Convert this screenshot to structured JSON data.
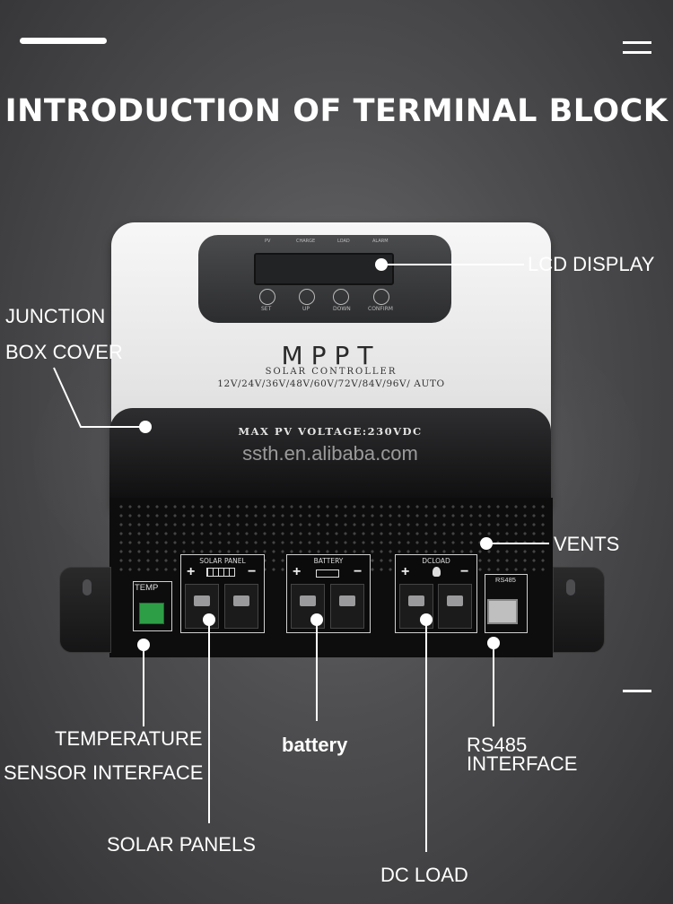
{
  "title": "INTRODUCTION OF TERMINAL BLOCK",
  "device": {
    "brand": "MPPT",
    "subtitle": "SOLAR CONTROLLER",
    "voltages": "12V/24V/36V/48V/60V/72V/84V/96V/ AUTO",
    "max_pv": "MAX PV VOLTAGE:230VDC",
    "watermark": "ssth.en.alibaba.com",
    "leds": [
      "PV",
      "CHARGE",
      "LOAD",
      "ALARM"
    ],
    "buttons": [
      "SET",
      "UP",
      "DOWN",
      "CONFIRM"
    ],
    "terminals": {
      "solar": {
        "label": "SOLAR PANEL",
        "plus": "+",
        "minus": "−"
      },
      "battery": {
        "label": "BATTERY",
        "plus": "+",
        "minus": "−"
      },
      "dcload": {
        "label": "DCLOAD",
        "plus": "+",
        "minus": "−"
      },
      "temp": "TEMP",
      "rs485": "RS485"
    }
  },
  "callouts": {
    "lcd": "LCD DISPLAY",
    "junction_1": "JUNCTION",
    "junction_2": "BOX COVER",
    "vents": "VENTS",
    "temp_1": "TEMPERATURE",
    "temp_2": "SENSOR INTERFACE",
    "battery": "battery",
    "rs485_1": "RS485",
    "rs485_2": "INTERFACE",
    "solar": "SOLAR PANELS",
    "dcload": "DC LOAD"
  }
}
